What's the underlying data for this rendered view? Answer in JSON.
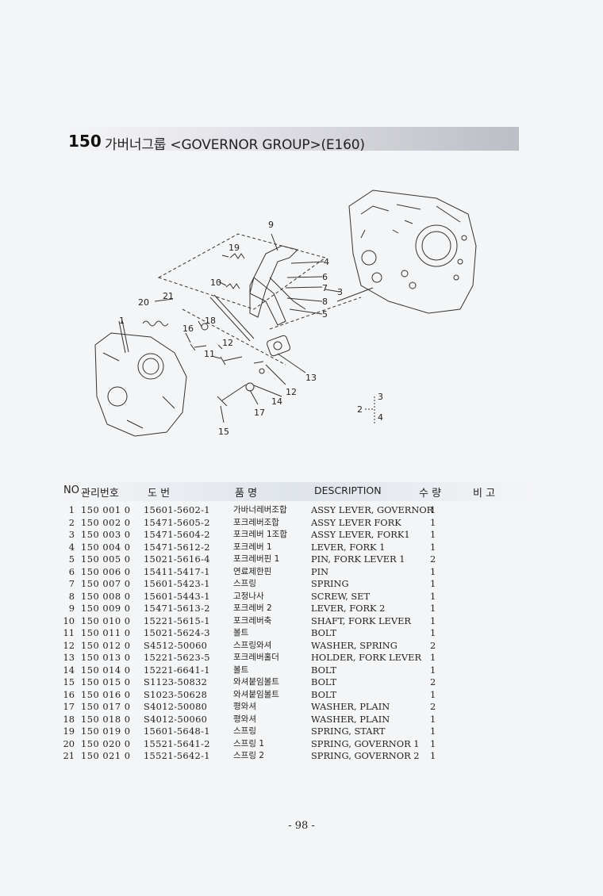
{
  "header": {
    "group_no": "150",
    "title": "가버너그룹 <GOVERNOR GROUP>(E160)"
  },
  "diagram": {
    "callouts": [
      "1",
      "2",
      "3",
      "4",
      "5",
      "6",
      "7",
      "8",
      "9",
      "10",
      "11",
      "12",
      "13",
      "14",
      "15",
      "16",
      "17",
      "18",
      "19",
      "20",
      "21"
    ]
  },
  "table": {
    "columns": {
      "no": "NO",
      "code": "관리번호",
      "part_no": "도      번",
      "name_kr": "품      명",
      "description": "DESCRIPTION",
      "qty": "수    량",
      "remarks": "비    고"
    },
    "rows": [
      {
        "no": "1",
        "code": "150  001  0",
        "part": "15601-5602-1",
        "kr": "가바너레버조합",
        "desc": "ASSY LEVER, GOVERNOR",
        "qty": "1"
      },
      {
        "no": "2",
        "code": "150  002  0",
        "part": "15471-5605-2",
        "kr": "포크레버조합",
        "desc": "ASSY LEVER FORK",
        "qty": "1"
      },
      {
        "no": "3",
        "code": "150  003  0",
        "part": "15471-5604-2",
        "kr": "포크레버 1조합",
        "desc": "ASSY LEVER, FORK1",
        "qty": "1"
      },
      {
        "no": "4",
        "code": "150  004  0",
        "part": "15471-5612-2",
        "kr": "포크레버 1",
        "desc": "LEVER, FORK 1",
        "qty": "1"
      },
      {
        "no": "5",
        "code": "150  005  0",
        "part": "15021-5616-4",
        "kr": "포크레버핀 1",
        "desc": "PIN, FORK LEVER 1",
        "qty": "2"
      },
      {
        "no": "6",
        "code": "150  006  0",
        "part": "15411-5417-1",
        "kr": "연료제한핀",
        "desc": "PIN",
        "qty": "1"
      },
      {
        "no": "7",
        "code": "150  007  0",
        "part": "15601-5423-1",
        "kr": "스프링",
        "desc": "SPRING",
        "qty": "1"
      },
      {
        "no": "8",
        "code": "150  008  0",
        "part": "15601-5443-1",
        "kr": "고정나사",
        "desc": "SCREW, SET",
        "qty": "1"
      },
      {
        "no": "9",
        "code": "150  009  0",
        "part": "15471-5613-2",
        "kr": "포크레버 2",
        "desc": "LEVER, FORK 2",
        "qty": "1"
      },
      {
        "no": "10",
        "code": "150  010  0",
        "part": "15221-5615-1",
        "kr": "포크레버축",
        "desc": "SHAFT, FORK LEVER",
        "qty": "1"
      },
      {
        "no": "11",
        "code": "150  011  0",
        "part": "15021-5624-3",
        "kr": "볼트",
        "desc": "BOLT",
        "qty": "1"
      },
      {
        "no": "12",
        "code": "150  012  0",
        "part": "S4512-50060",
        "kr": "스프링와셔",
        "desc": "WASHER, SPRING",
        "qty": "2"
      },
      {
        "no": "13",
        "code": "150  013  0",
        "part": "15221-5623-5",
        "kr": "포크레버홀더",
        "desc": "HOLDER, FORK LEVER",
        "qty": "1"
      },
      {
        "no": "14",
        "code": "150  014  0",
        "part": "15221-6641-1",
        "kr": "볼트",
        "desc": "BOLT",
        "qty": "1"
      },
      {
        "no": "15",
        "code": "150  015  0",
        "part": "S1123-50832",
        "kr": "와셔붙임볼트",
        "desc": "BOLT",
        "qty": "2"
      },
      {
        "no": "16",
        "code": "150  016  0",
        "part": "S1023-50628",
        "kr": "와셔붙임볼트",
        "desc": "BOLT",
        "qty": "1"
      },
      {
        "no": "17",
        "code": "150  017  0",
        "part": "S4012-50080",
        "kr": "평와셔",
        "desc": "WASHER, PLAIN",
        "qty": "2"
      },
      {
        "no": "18",
        "code": "150  018  0",
        "part": "S4012-50060",
        "kr": "평와셔",
        "desc": "WASHER, PLAIN",
        "qty": "1"
      },
      {
        "no": "19",
        "code": "150  019  0",
        "part": "15601-5648-1",
        "kr": "스프링",
        "desc": "SPRING, START",
        "qty": "1"
      },
      {
        "no": "20",
        "code": "150  020  0",
        "part": "15521-5641-2",
        "kr": "스프링 1",
        "desc": "SPRING, GOVERNOR 1",
        "qty": "1"
      },
      {
        "no": "21",
        "code": "150  021  0",
        "part": "15521-5642-1",
        "kr": "스프링 2",
        "desc": "SPRING, GOVERNOR 2",
        "qty": "1"
      }
    ]
  },
  "footer": {
    "page": "- 98 -"
  }
}
